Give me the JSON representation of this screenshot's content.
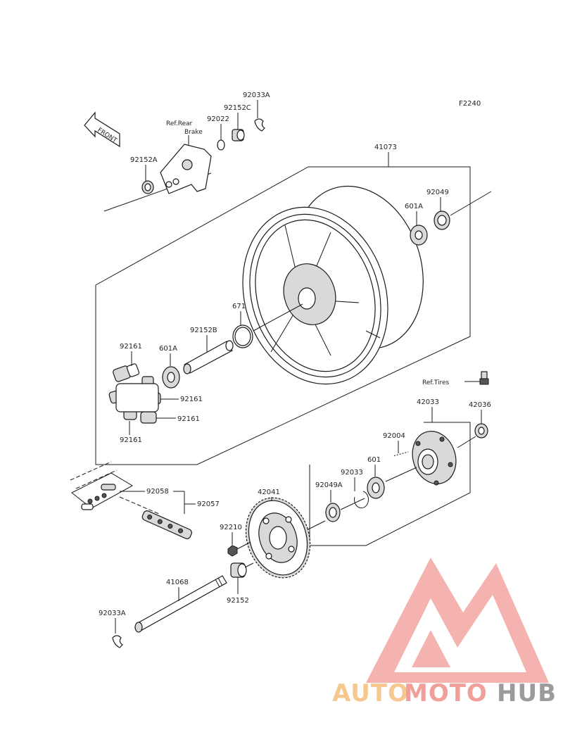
{
  "diagram_code": "F2240",
  "front_arrow_label": "FRONT",
  "ref_rear_brake_line1": "Ref.Rear",
  "ref_rear_brake_line2": "Brake",
  "ref_tires": "Ref.Tires",
  "parts": {
    "p92033A_top": "92033A",
    "p92152C": "92152C",
    "p92022": "92022",
    "p92152A": "92152A",
    "p41073": "41073",
    "p92049": "92049",
    "p601A_right": "601A",
    "p671": "671",
    "p92152B": "92152B",
    "p601A_left": "601A",
    "p92161_a": "92161",
    "p92161_b": "92161",
    "p92161_c": "92161",
    "p92161_d": "92161",
    "p42033": "42033",
    "p42036": "42036",
    "p92004": "92004",
    "p601": "601",
    "p92033": "92033",
    "p92049A": "92049A",
    "p92058": "92058",
    "p92057": "92057",
    "p42041": "42041",
    "p92210": "92210",
    "p41068": "41068",
    "p92152": "92152",
    "p92033A_bottom": "92033A"
  },
  "watermark": {
    "part1": "AUTO",
    "part2": "MOTO",
    "part3": "HUB"
  },
  "colors": {
    "watermark_red": "#ef6f6a",
    "watermark_orange": "#f5bf7d",
    "watermark_gray": "#8a8a8a"
  }
}
